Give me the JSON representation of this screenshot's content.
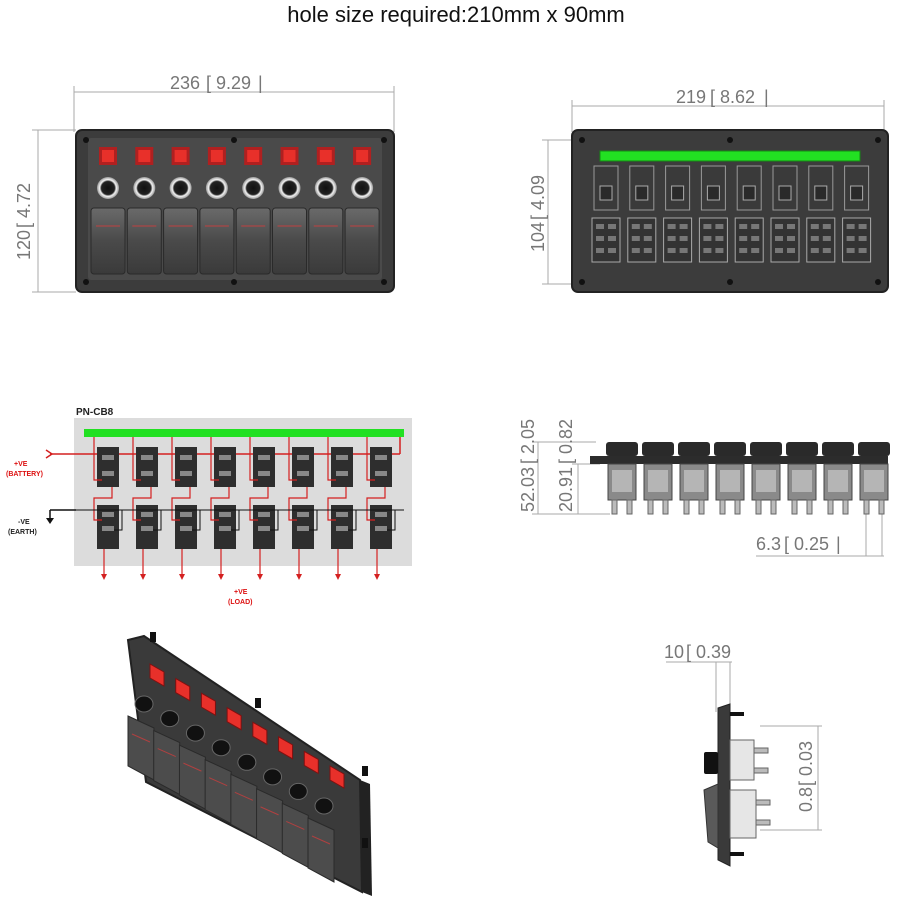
{
  "title": "hole size required:210mm x 90mm",
  "front_view": {
    "width_mm": "236",
    "width_in": "9.29",
    "height_mm": "120",
    "height_in": "4.72",
    "switch_count": 8
  },
  "back_view": {
    "width_mm": "219",
    "width_in": "8.62",
    "height_mm": "104",
    "height_in": "4.09"
  },
  "wiring": {
    "model": "PN-CB8",
    "battery_label_1": "+VE",
    "battery_label_2": "(BATTERY)",
    "earth_label_1": "-VE",
    "earth_label_2": "(EARTH)",
    "load_label_1": "+VE",
    "load_label_2": "(LOAD)"
  },
  "side_view": {
    "total_mm": "52.03",
    "total_in": "2.05",
    "depth_mm": "20.91",
    "depth_in": "0.82",
    "terminal_mm": "6.3",
    "terminal_in": "0.25"
  },
  "profile_view": {
    "thickness_mm": "10",
    "thickness_in": "0.39",
    "gap_mm": "0.8",
    "gap_in": "0.03"
  },
  "colors": {
    "panel": "#3c3c3c",
    "indicator": "#e8302a",
    "busbar": "#22e022",
    "wire": "#d42020"
  }
}
